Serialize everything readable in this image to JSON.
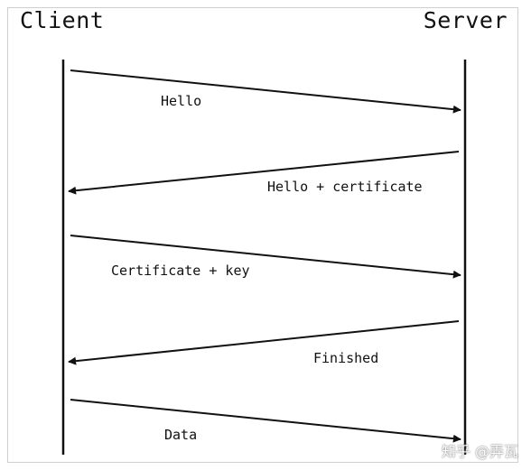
{
  "lanes": {
    "left": "Client",
    "right": "Server"
  },
  "messages": [
    {
      "label": "Hello",
      "direction": "right"
    },
    {
      "label": "Hello + certificate",
      "direction": "left"
    },
    {
      "label": "Certificate + key",
      "direction": "right"
    },
    {
      "label": "Finished",
      "direction": "left"
    },
    {
      "label": "Data",
      "direction": "right"
    }
  ],
  "watermark": "知乎 @弄瓦",
  "colors": {
    "line": "#111111",
    "text": "#111111"
  }
}
